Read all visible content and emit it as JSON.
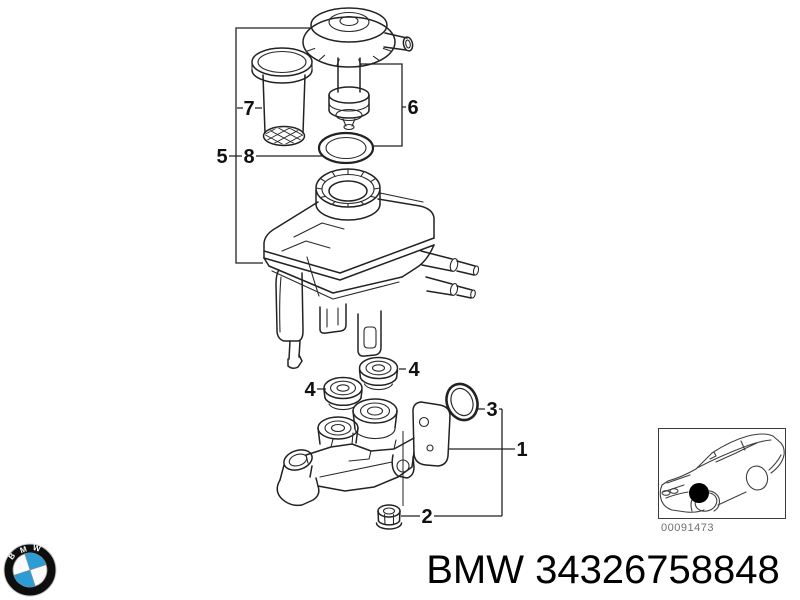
{
  "caption": "BMW 34326758848",
  "callouts": {
    "part1": "1",
    "part2": "2",
    "part3": "3",
    "part4": "4",
    "part5": "5",
    "part6": "6",
    "part7": "7",
    "part8": "8"
  },
  "car_thumbnail": {
    "code": "00091473"
  },
  "logo": {
    "letters": [
      "B",
      "M",
      "W"
    ]
  },
  "colors": {
    "line_art": "#222222",
    "callout_text": "#111111",
    "caption_text": "#000000",
    "thumbnail_code_text": "#6f6f6f",
    "logo_blue": "#2d9bd4",
    "logo_ring": "#0e0e0e"
  }
}
